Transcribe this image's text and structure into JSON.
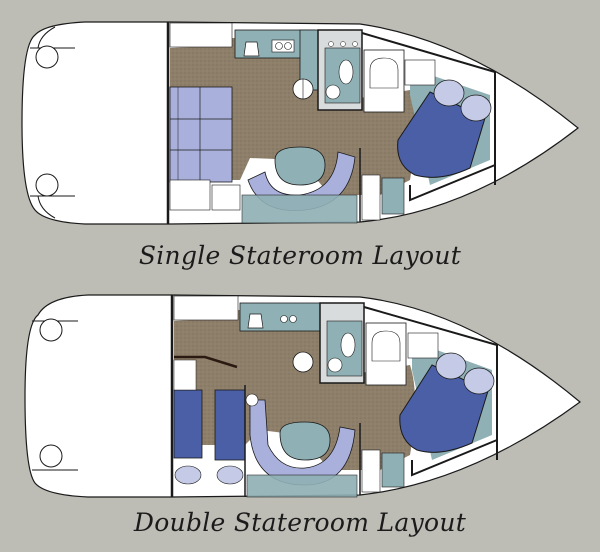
{
  "page": {
    "background": "#bdbcb5"
  },
  "layouts": [
    {
      "id": "single",
      "caption": "Single Stateroom Layout",
      "areas": [
        "cockpit",
        "salon-settee",
        "galley",
        "head",
        "dinette",
        "forward-stateroom-berth",
        "hanging-locker",
        "anchor-locker"
      ]
    },
    {
      "id": "double",
      "caption": "Double Stateroom Layout",
      "areas": [
        "cockpit",
        "mid-stateroom-berths",
        "galley",
        "head",
        "dinette",
        "forward-stateroom-berth",
        "hanging-locker",
        "anchor-locker"
      ]
    }
  ],
  "colors": {
    "carpet": "#8e7f6a",
    "upholstery_light": "#a9b0dc",
    "berth_dark": "#4a5fa6",
    "teal": "#8fb0b4",
    "white": "#ffffff",
    "outline": "#1a1a1a"
  }
}
